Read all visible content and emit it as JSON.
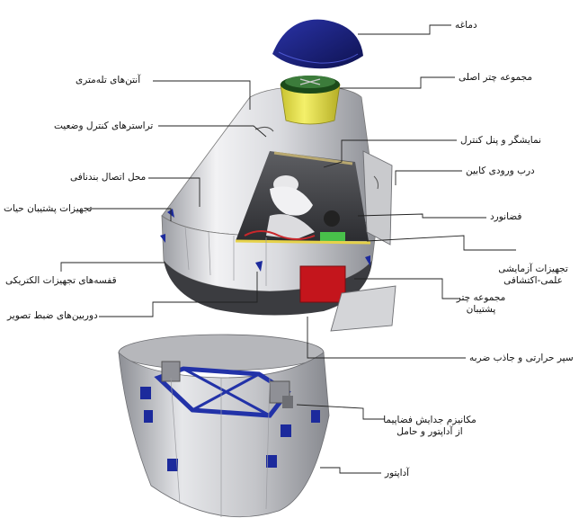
{
  "labels": {
    "nose_cap": "دماغه",
    "main_parachute": "مجموعه چتر اصلی",
    "telemetry_antenna": "آنتن‌های تله‌متری",
    "display_panel": "نمایشگر و پنل کنترل",
    "attitude_thrusters": "تراسترهای کنترل وضعیت",
    "cabin_hatch": "درب ورودی کابین",
    "umbilical": "محل اتصال بندنافی",
    "astronaut": "فضانورد",
    "life_support": "تجهیزات پشتیبان حیات",
    "science_equipment_1": "تجهیزات آزمایشی",
    "science_equipment_2": "علمی-اکتشافی",
    "electrical_bay": "قفسه‌های تجهیزات الکتریکی",
    "backup_parachute_1": "مجموعه چتر",
    "backup_parachute_2": "پشتیبان",
    "cameras": "دوربین‌های ضبط تصویر",
    "heat_shield": "سپر حرارتی و جاذب ضربه",
    "separation_1": "مکانیزم جدایش فضاپیما",
    "separation_2": "از آداپتور و حامل",
    "adapter": "آداپتور"
  },
  "colors": {
    "nose_blue": "#1a1f7a",
    "parachute_yellow": "#e9e34a",
    "backup_red": "#c4151c",
    "hull_gray": "#d8d8dc",
    "adapter_gray": "#c8c9cd",
    "window_blue": "#1c2a9c"
  }
}
